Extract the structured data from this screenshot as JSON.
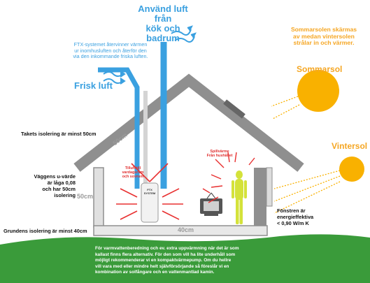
{
  "title_exhaust": [
    "Använd luft från",
    "kök och badrum"
  ],
  "ftx_description": [
    "FTX-systemet återvinner värmen",
    "ur inomhusluften och återför den",
    "via den inkommande friska luften."
  ],
  "fresh_air": "Frisk luft",
  "summer_note": [
    "Sommarsolen skärmas",
    "av medan vintersolen",
    "strålar in och värmer."
  ],
  "summer_sun": "Sommarsol",
  "winter_sun": "Vintersol",
  "roof_insulation": "Takets isolering är minst 50cm",
  "roof_dim": "50cm",
  "wall_text": [
    "Väggens u-värde",
    "är låga 0,08",
    "och har 50cm",
    "isolering"
  ],
  "wall_dim": "50cm",
  "foundation_text": "Grundens isolering är minst 40cm",
  "floor_dim": "40cm",
  "supply_air": [
    "Tilluft till",
    "vardagsrum",
    "och sovrum"
  ],
  "waste_heat": [
    "Spillvärme",
    "Från hushållet"
  ],
  "ftx_unit": [
    "FTX",
    "SYSTEM"
  ],
  "window_text": [
    "Fönstren är",
    "energieffektiva",
    "< 0,90 W/m K"
  ],
  "footer": [
    "För varmvattenberedning och ev. extra uppvärmning när det är som",
    "kallast finns flera alternativ. För den som vill ha lite underhåll som",
    "möjligt rekommenderar vi en kompaktvärmepump. Om du hellre",
    "vill vara med eller mindre helt självförsörjande så föreslår vi en",
    "kombination av solfångare och en vattenmantlad kamin."
  ],
  "colors": {
    "blue": "#3aa0e0",
    "orange": "#f5a623",
    "sun": "#f9b100",
    "grass": "#3a9b3a",
    "house": "#8f8f8f",
    "red": "#e83030",
    "person": "#d4e23a"
  }
}
